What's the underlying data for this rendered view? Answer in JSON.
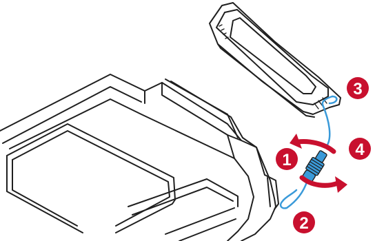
{
  "diagram": {
    "callouts": [
      {
        "id": "1",
        "label": "1"
      },
      {
        "id": "2",
        "label": "2"
      },
      {
        "id": "3",
        "label": "3"
      },
      {
        "id": "4",
        "label": "4"
      }
    ],
    "colors": {
      "outline": "#1f1f1f",
      "cable": "#3a9ad9",
      "callout": "#c8102e",
      "arrow": "#c8102e"
    }
  }
}
